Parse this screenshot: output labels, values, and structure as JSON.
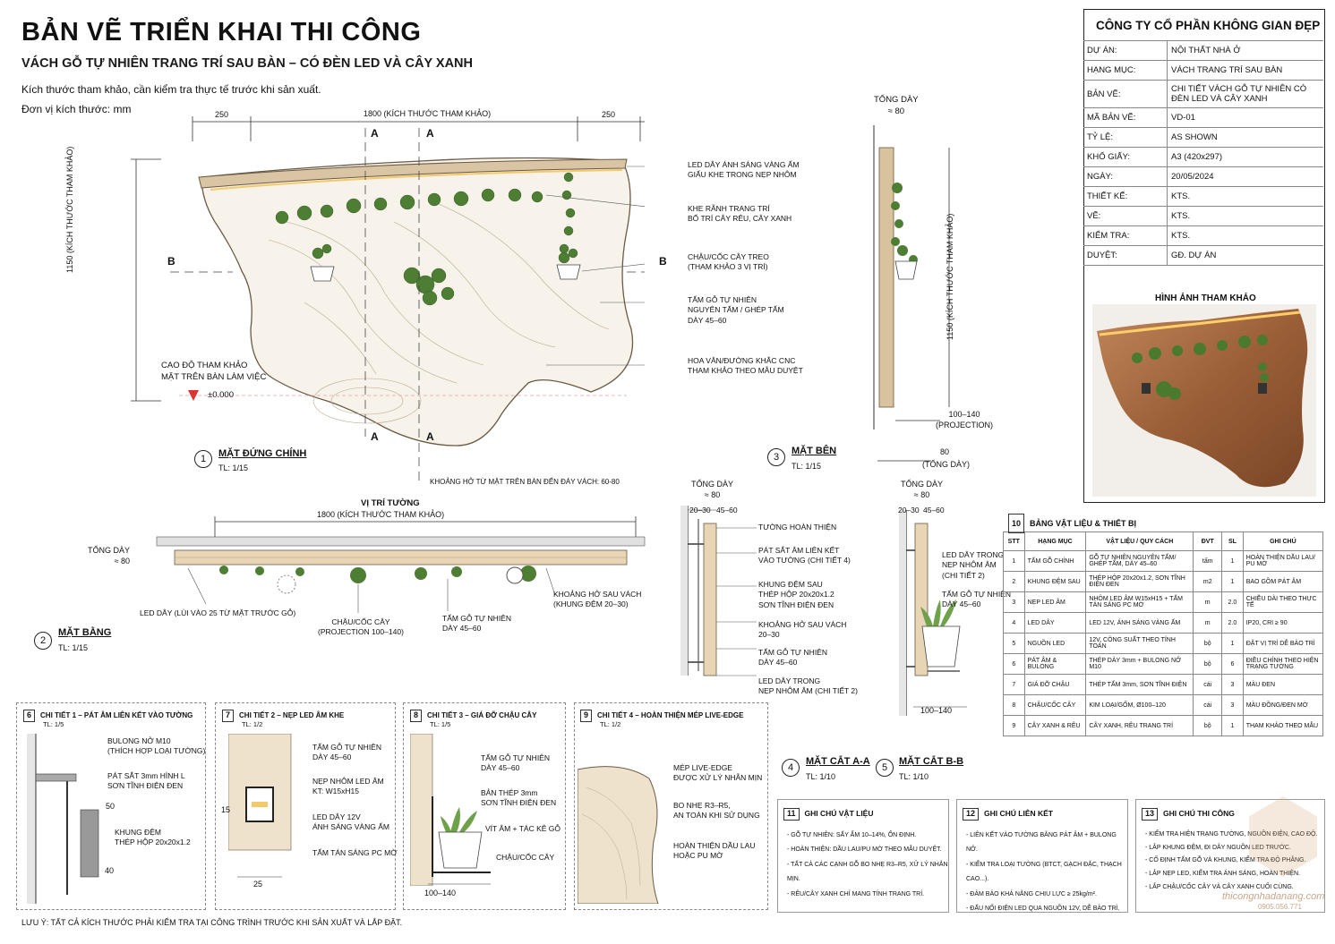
{
  "header": {
    "title": "BẢN VẼ TRIỂN KHAI THI CÔNG",
    "subtitle": "VÁCH GỖ TỰ NHIÊN TRANG TRÍ SAU BÀN – CÓ ĐÈN LED VÀ CÂY XANH",
    "note1": "Kích thước tham khảo, cần kiểm tra thực tế trước khi sản xuất.",
    "note2": "Đơn vị kích thước: mm"
  },
  "titleblock": {
    "company": "CÔNG TY CỔ PHẦN KHÔNG GIAN ĐẸP",
    "rows": [
      {
        "k": "DỰ ÁN:",
        "v": "NỘI THẤT NHÀ Ở"
      },
      {
        "k": "HẠNG MỤC:",
        "v": "VÁCH TRANG TRÍ SAU BÀN"
      },
      {
        "k": "BẢN VẼ:",
        "v": "CHI TIẾT VÁCH GỖ TỰ NHIÊN CÓ ĐÈN LED VÀ CÂY XANH"
      },
      {
        "k": "MÃ BẢN VẼ:",
        "v": "VD-01"
      },
      {
        "k": "TỶ LỆ:",
        "v": "AS SHOWN"
      },
      {
        "k": "KHỔ GIẤY:",
        "v": "A3 (420x297)"
      },
      {
        "k": "NGÀY:",
        "v": "20/05/2024"
      },
      {
        "k": "THIẾT KẾ:",
        "v": "KTS."
      },
      {
        "k": "VẼ:",
        "v": "KTS."
      },
      {
        "k": "KIỂM TRA:",
        "v": "KTS."
      },
      {
        "k": "DUYỆT:",
        "v": "GĐ. DỰ ÁN"
      }
    ],
    "ref_title": "HÌNH ẢNH THAM KHẢO"
  },
  "elev": {
    "dim_left": "250",
    "dim_mid": "1800 (KÍCH THƯỚC THAM KHẢO)",
    "dim_right": "250",
    "dim_h": "1150 (KÍCH THƯỚC THAM KHẢO)",
    "cut_a": "A",
    "cut_b": "B",
    "level_label": "CAO ĐỘ THAM KHẢO\nMẶT TRÊN BÀN LÀM VIỆC",
    "level_val": "±0.000",
    "gap_note": "KHOẢNG HỞ TỪ MẶT TRÊN BÀN ĐẾN ĐÁY VÁCH: 60-80",
    "notes": [
      "LED DÂY ÁNH SÁNG VÀNG ẤM\nGIẤU KHE TRONG NẸP NHÔM",
      "KHE RÃNH TRANG TRÍ\nBỐ TRÍ CÂY RÊU, CÂY XANH",
      "CHẬU/CỐC CÂY TREO\n(THAM KHẢO 3 VỊ TRÍ)",
      "TẤM GỖ TỰ NHIÊN\nNGUYÊN TẤM / GHÉP TẤM\nDÀY 45–60",
      "HOA VĂN/ĐƯỜNG KHẮC CNC\nTHAM KHẢO THEO MẪU DUYỆT"
    ],
    "num": "1",
    "title": "MẶT ĐỨNG CHÍNH",
    "scale": "TL: 1/15"
  },
  "side": {
    "thick_label": "TỔNG DÀY\n≈ 80",
    "dim_h": "1150 (KÍCH THƯỚC THAM KHẢO)",
    "proj": "100–140\n(PROJECTION)",
    "total": "80",
    "total_label": "(TỔNG DÀY)",
    "num": "3",
    "title": "MẶT BÊN",
    "scale": "TL: 1/15"
  },
  "plan": {
    "wall": "VỊ TRÍ TƯỜNG",
    "dim": "1800 (KÍCH THƯỚC THAM KHẢO)",
    "thick": "TỔNG DÀY\n≈ 80",
    "notes": [
      "LED DÂY (LÙI VÀO 25 TỪ MẶT TRƯỚC GỖ)",
      "CHẬU/CỐC CÂY\n(PROJECTION 100–140)",
      "TẤM GỖ TỰ NHIÊN\nDÀY 45–60",
      "KHOẢNG HỞ SAU VÁCH\n(KHUNG ĐỆM 20–30)"
    ],
    "num": "2",
    "title": "MẶT BẰNG",
    "scale": "TL: 1/15"
  },
  "secA": {
    "thick": "TỔNG DÀY\n≈ 80",
    "d1": "20–30",
    "d2": "45–60",
    "notes": [
      "TƯỜNG HOÀN THIỆN",
      "PÁT SẮT ÂM LIÊN KẾT\nVÀO TƯỜNG (CHI TIẾT 4)",
      "KHUNG ĐỆM SAU\nTHÉP HỘP 20x20x1.2\nSƠN TĨNH ĐIỆN ĐEN",
      "KHOẢNG HỞ SAU VÁCH\n20–30",
      "TẤM GỖ TỰ NHIÊN\nDÀY 45–60",
      "LED DÂY TRONG\nNẸP NHÔM ÂM (CHI TIẾT 2)"
    ],
    "num": "4",
    "title": "MẶT CẮT A-A",
    "scale": "TL: 1/10"
  },
  "secB": {
    "thick": "TỔNG DÀY\n≈ 80",
    "d1": "20–30",
    "d2": "45–60",
    "notes": [
      "LED DÂY TRONG\nNẸP NHÔM ÂM\n(CHI TIẾT 2)",
      "TẤM GỖ TỰ NHIÊN\nDÀY 45–60"
    ],
    "dim": "100–140",
    "num": "5",
    "title": "MẶT CẮT B-B",
    "scale": "TL: 1/10"
  },
  "details": [
    {
      "num": "6",
      "title": "CHI TIẾT 1 – PÁT ÂM LIÊN KẾT VÀO TƯỜNG",
      "scale": "TL: 1/5",
      "notes": [
        "BULONG NỞ M10\n(THÍCH HỢP LOẠI TƯỜNG)",
        "PÁT SẮT 3mm HÌNH L\nSƠN TĨNH ĐIỆN ĐEN",
        "KHUNG ĐỆM\nTHÉP HỘP 20x20x1.2"
      ],
      "dims": [
        "50",
        "40"
      ]
    },
    {
      "num": "7",
      "title": "CHI TIẾT 2 – NẸP LED ÂM KHE",
      "scale": "TL: 1/2",
      "notes": [
        "TẤM GỖ TỰ NHIÊN\nDÀY 45–60",
        "NẸP NHÔM LED ÂM\nKT: W15xH15",
        "LED DÂY 12V\nÁNH SÁNG VÀNG ẤM",
        "TẤM TÁN SÁNG PC MỜ"
      ],
      "dims": [
        "15",
        "25"
      ]
    },
    {
      "num": "8",
      "title": "CHI TIẾT 3 – GIÁ ĐỠ CHẬU CÂY",
      "scale": "TL: 1/5",
      "notes": [
        "TẤM GỖ TỰ NHIÊN\nDÀY 45–60",
        "BẢN THÉP 3mm\nSƠN TĨNH ĐIỆN ĐEN",
        "VÍT ÂM + TÁC KÊ GỖ",
        "CHẬU/CỐC CÂY"
      ],
      "dims": [
        "100–140"
      ]
    },
    {
      "num": "9",
      "title": "CHI TIẾT 4 – HOÀN THIỆN MÉP LIVE-EDGE",
      "scale": "TL: 1/2",
      "notes": [
        "MÉP LIVE-EDGE\nĐƯỢC XỬ LÝ NHẴN MỊN",
        "BO NHẸ R3–R5,\nAN TOÀN KHI SỬ DỤNG",
        "HOÀN THIỆN DẦU LAU\nHOẶC PU MỜ"
      ],
      "dims": []
    }
  ],
  "bom": {
    "num": "10",
    "title": "BẢNG VẬT LIỆU & THIẾT BỊ",
    "headers": [
      "STT",
      "HẠNG MỤC",
      "VẬT LIỆU / QUY CÁCH",
      "ĐVT",
      "SL",
      "GHI CHÚ"
    ],
    "rows": [
      [
        "1",
        "TẤM GỖ CHÍNH",
        "GỖ TỰ NHIÊN NGUYÊN TẤM/ GHÉP TẤM, DÀY 45–60",
        "tấm",
        "1",
        "HOÀN THIỆN DẦU LAU/ PU MỜ"
      ],
      [
        "2",
        "KHUNG ĐỆM SAU",
        "THÉP HỘP 20x20x1.2, SƠN TĨNH ĐIỆN ĐEN",
        "m2",
        "1",
        "BAO GỒM PÁT ÂM"
      ],
      [
        "3",
        "NẸP LED ÂM",
        "NHÔM LED ÂM W15xH15 + TẤM TÁN SÁNG PC MỜ",
        "m",
        "2.0",
        "CHIỀU DÀI THEO THỰC TẾ"
      ],
      [
        "4",
        "LED DÂY",
        "LED 12V, ÁNH SÁNG VÀNG ẤM",
        "m",
        "2.0",
        "IP20, CRI ≥ 90"
      ],
      [
        "5",
        "NGUỒN LED",
        "12V, CÔNG SUẤT THEO TÍNH TOÁN",
        "bộ",
        "1",
        "ĐẶT VỊ TRÍ DỄ BẢO TRÌ"
      ],
      [
        "6",
        "PÁT ÂM & BULONG",
        "THÉP DÀY 3mm + BULONG NỞ M10",
        "bộ",
        "6",
        "ĐIỀU CHỈNH THEO HIỆN TRẠNG TƯỜNG"
      ],
      [
        "7",
        "GIÁ ĐỠ CHẬU",
        "THÉP TẤM 3mm, SƠN TĨNH ĐIỆN",
        "cái",
        "3",
        "MÀU ĐEN"
      ],
      [
        "8",
        "CHẬU/CỐC CÂY",
        "KIM LOẠI/GỐM, Ø100–120",
        "cái",
        "3",
        "MÀU ĐỒNG/ĐEN MỜ"
      ],
      [
        "9",
        "CÂY XANH & RÊU",
        "CÂY XANH, RÊU TRANG TRÍ",
        "bộ",
        "1",
        "THAM KHẢO THEO MẪU"
      ]
    ]
  },
  "notes_boxes": [
    {
      "num": "11",
      "title": "GHI CHÚ VẬT LIỆU",
      "items": [
        "- GỖ TỰ NHIÊN: SẤY ẨM 10–14%, ỔN ĐỊNH.",
        "- HOÀN THIỆN: DẦU LAU/PU MỜ THEO MẪU DUYỆT.",
        "- TẤT CẢ CÁC CẠNH GỖ BO NHẸ R3–R5, XỬ LÝ NHẴN MỊN.",
        "- RÊU/CÂY XANH CHỈ MANG TÍNH TRANG TRÍ."
      ]
    },
    {
      "num": "12",
      "title": "GHI CHÚ LIÊN KẾT",
      "items": [
        "- LIÊN KẾT VÀO TƯỜNG BẰNG PÁT ÂM + BULONG NỞ.",
        "- KIỂM TRA LOẠI TƯỜNG (BTCT, GẠCH ĐẶC, THẠCH CAO...).",
        "- ĐẢM BẢO KHẢ NĂNG CHỊU LỰC ≥ 25kg/m².",
        "- ĐẤU NỐI ĐIỆN LED QUA NGUỒN 12V, DỄ BẢO TRÌ."
      ]
    },
    {
      "num": "13",
      "title": "GHI CHÚ THI CÔNG",
      "items": [
        "- KIỂM TRA HIỆN TRẠNG TƯỜNG, NGUỒN ĐIỆN, CAO ĐỘ.",
        "- LẮP KHUNG ĐỆM, ĐI DÂY NGUỒN LED TRƯỚC.",
        "- CỐ ĐỊNH TẤM GỖ VÀ KHUNG, KIỂM TRA ĐỘ PHẲNG.",
        "- LẮP NẸP LED, KIỂM TRA ÁNH SÁNG, HOÀN THIỆN.",
        "- LẮP CHẬU/CỐC CÂY VÀ CÂY XANH CUỐI CÙNG."
      ]
    }
  ],
  "footer": "LƯU Ý: TẤT CẢ KÍCH THƯỚC PHẢI KIỂM TRA TẠI CÔNG TRÌNH TRƯỚC KHI SẢN XUẤT VÀ LẮP ĐẶT.",
  "watermark": {
    "site": "thicongnhadanang.com",
    "phone": "0905.056.771"
  }
}
